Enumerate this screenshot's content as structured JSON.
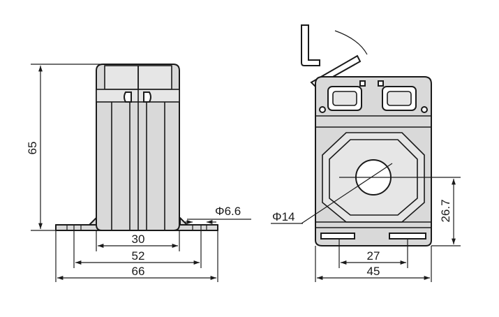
{
  "dimensions": {
    "height": "65",
    "inner_width": "30",
    "hole_pitch": "52",
    "base_width": "66",
    "mount_hole": "Φ6.6",
    "aperture": "Φ14",
    "center_height": "26.7",
    "slot_pitch": "27",
    "body_width": "45"
  },
  "colors": {
    "body_fill": "#d9d9d9",
    "line": "#1a1a1a",
    "background": "#ffffff"
  }
}
